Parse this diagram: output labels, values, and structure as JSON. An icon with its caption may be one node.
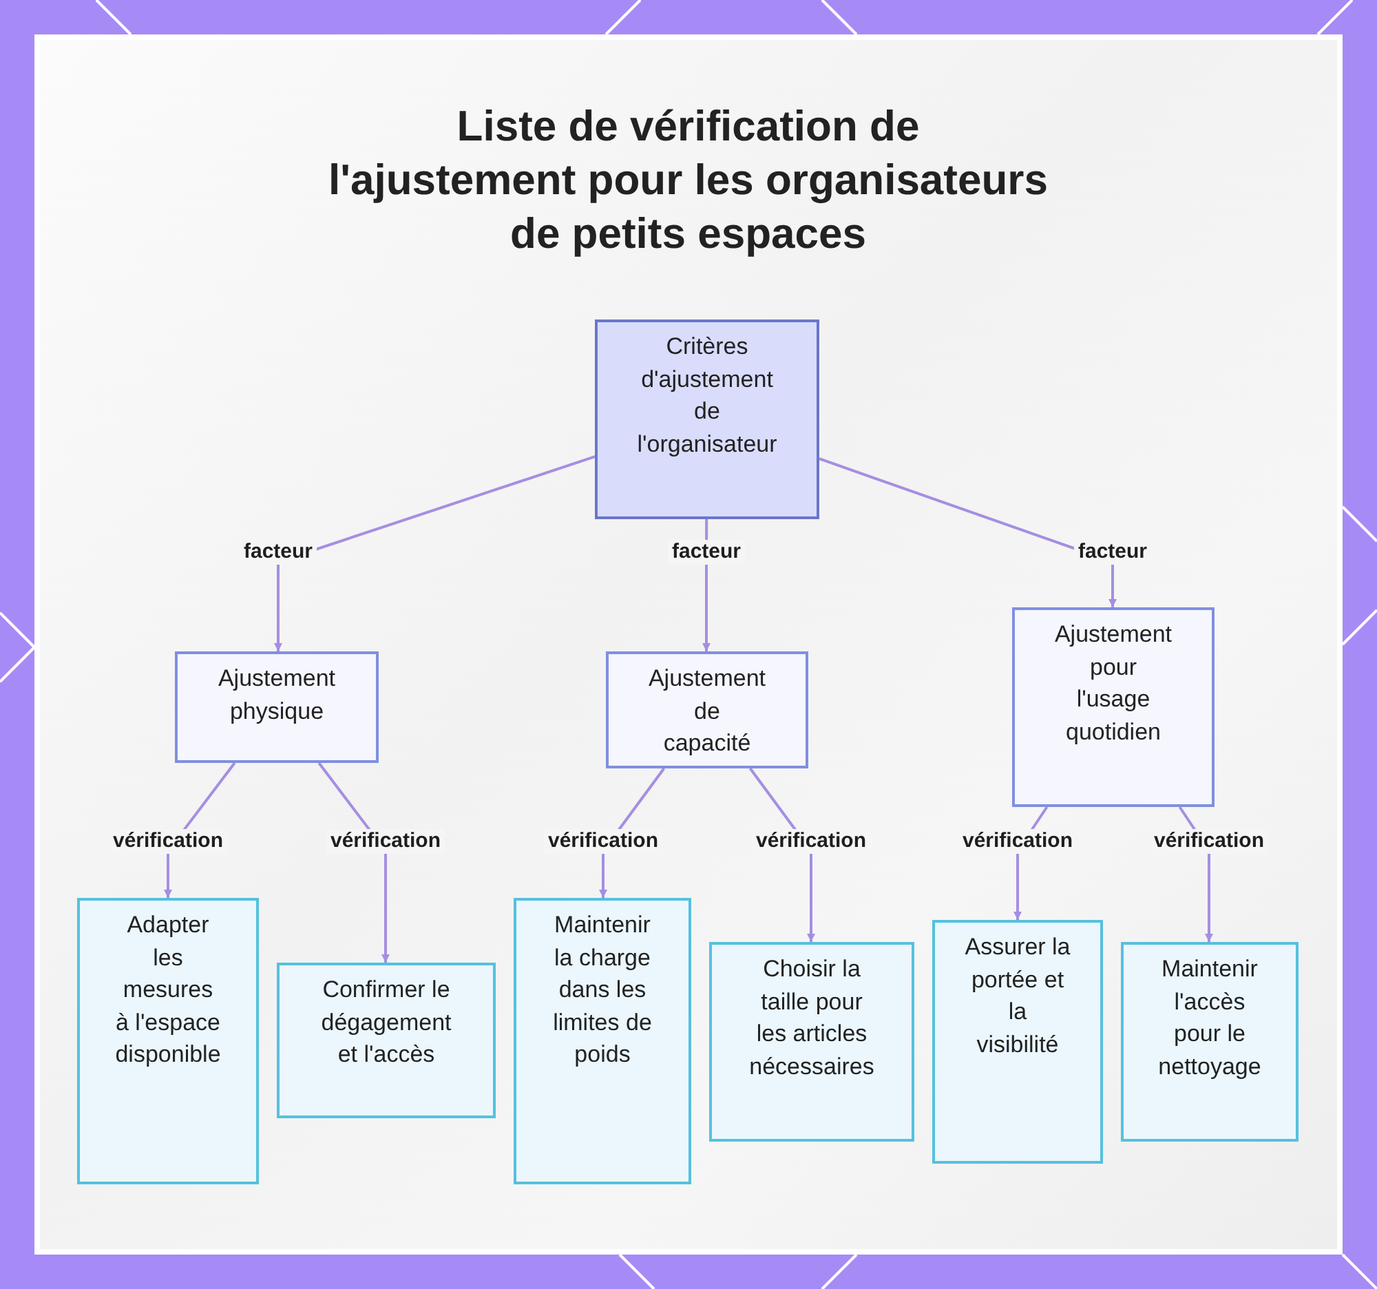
{
  "diagram": {
    "title": "Liste de vérification de l'ajustement pour les organisateurs de petits espaces",
    "nodes": [
      {
        "text": [
          "Critères d'ajustement de l'organisateur"
        ]
      },
      {
        "text": [
          "Ajustement physique"
        ]
      },
      {
        "text": [
          "Ajustement de capacité"
        ]
      },
      {
        "text": [
          "Ajustement pour l'usage quotidien"
        ]
      },
      {
        "text": [
          "Adapter les mesures à l'espace disponible"
        ]
      },
      {
        "text": [
          "Confirmer le dégagement et l'accès"
        ]
      },
      {
        "text": [
          "Maintenir la charge dans les limites de poids"
        ]
      },
      {
        "text": [
          "Choisir la taille pour les articles nécessaires"
        ]
      },
      {
        "text": [
          "Assurer la portée et la visibilité"
        ]
      },
      {
        "text": [
          "Maintenir l'accès pour le nettoyage"
        ]
      }
    ],
    "edges": [
      {
        "from": 0,
        "to": 1,
        "arrow": "to",
        "label": "facteur"
      },
      {
        "from": 0,
        "to": 2,
        "arrow": "to",
        "label": "facteur"
      },
      {
        "from": 0,
        "to": 3,
        "arrow": "to",
        "label": "facteur"
      },
      {
        "from": 1,
        "to": 4,
        "arrow": "to",
        "label": "vérification"
      },
      {
        "from": 1,
        "to": 5,
        "arrow": "to",
        "label": "vérification"
      },
      {
        "from": 2,
        "to": 6,
        "arrow": "to",
        "label": "vérification"
      },
      {
        "from": 2,
        "to": 7,
        "arrow": "to",
        "label": "vérification"
      },
      {
        "from": 3,
        "to": 8,
        "arrow": "to",
        "label": "vérification"
      },
      {
        "from": 3,
        "to": 9,
        "arrow": "to",
        "label": "vérification"
      }
    ]
  }
}
